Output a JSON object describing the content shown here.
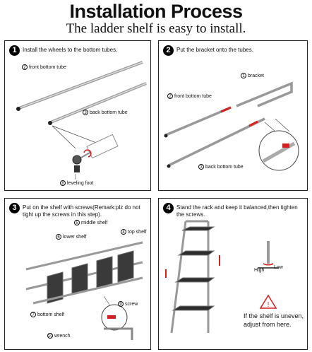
{
  "header": {
    "title": "Installation Process",
    "subtitle": "The ladder shelf is easy to install."
  },
  "steps": [
    {
      "number": "1",
      "text": "Install the wheels to the bottom tubes.",
      "labels": [
        {
          "num": "2",
          "text": "front bottom tube"
        },
        {
          "num": "3",
          "text": "back bottom tube"
        },
        {
          "num": "8",
          "text": "leveling foot"
        }
      ]
    },
    {
      "number": "2",
      "text": "Put the bracket onto the tubes.",
      "labels": [
        {
          "num": "1",
          "text": "bracket"
        },
        {
          "num": "2",
          "text": "front bottom tube"
        },
        {
          "num": "3",
          "text": "back bottom tube"
        }
      ]
    },
    {
      "number": "3",
      "text_line1": "Put on the shelf with screws(Remark:plz do not",
      "text_line2": "tight up the screws in this step).",
      "labels": [
        {
          "num": "5",
          "text": "middle shelf"
        },
        {
          "num": "6",
          "text": "lower shelf"
        },
        {
          "num": "4",
          "text": "top shelf"
        },
        {
          "num": "7",
          "text": "bottom shelf"
        },
        {
          "num": "9",
          "text": "screw"
        },
        {
          "num": "10",
          "text": "wrench"
        }
      ]
    },
    {
      "number": "4",
      "text_line1": "Stand the rack and keep it balanced,then tighten",
      "text_line2": "the screws.",
      "high_label": "High",
      "low_label": "Low",
      "warning_line1": "If the shelf is uneven,",
      "warning_line2": "adjust from here."
    }
  ],
  "colors": {
    "accent": "#d42020",
    "shelf": "#3a3a3a",
    "frame": "#9a9a9a"
  }
}
